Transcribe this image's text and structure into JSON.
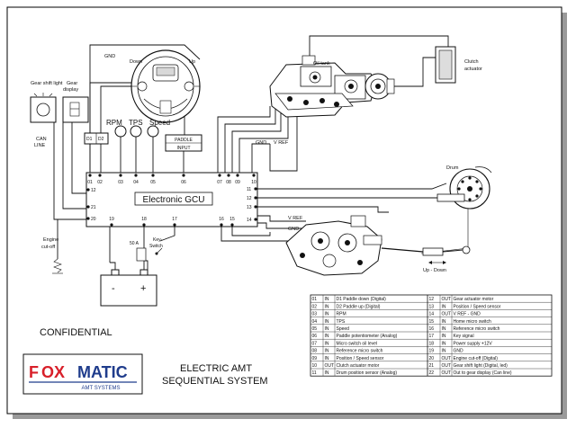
{
  "frame": {
    "shadow_color": "#9a9a9a",
    "border_color": "#000000"
  },
  "labels": {
    "gnd_top": "GND",
    "down": "Down",
    "up": "Up",
    "gear_shift_light": "Gear shift light",
    "gear_display": "Gear display",
    "can_line": "CAN LINE",
    "rpm": "RPM",
    "tps": "TPS",
    "speed": "Speed",
    "d1": "D1",
    "d2": "D2",
    "paddle_input": [
      "PADDLE",
      "INPUT"
    ],
    "oil_tank": "Oil tank",
    "clutch_actuator": [
      "Clutch",
      "actuator"
    ],
    "gnd_mid": "GND",
    "v_ref_top": "V REF",
    "drum": "Drum",
    "ecu_title": "Electronic GCU",
    "v_ref_low": "V REF",
    "gnd_low": "GND",
    "engine_cutoff": [
      "Engine",
      "cut-off"
    ],
    "battery_fuse": "50 A",
    "key_switch": [
      "Key-",
      "Switch"
    ],
    "up_down": "Up - Down",
    "battery_minus": "-",
    "battery_plus": "+"
  },
  "ecu_pins": {
    "top": [
      "01",
      "02",
      "03",
      "04",
      "05",
      "06",
      "07",
      "08",
      "09",
      "10"
    ],
    "left": [
      "12",
      "21",
      "20"
    ],
    "right": [
      "11",
      "12",
      "13",
      "14"
    ],
    "bottom": [
      "19",
      "18",
      "17",
      "16",
      "15"
    ]
  },
  "pin_table": {
    "rows": [
      [
        "01",
        "IN",
        "D1 Paddle down   (Digital)",
        "12",
        "OUT",
        "Gear actuator motor"
      ],
      [
        "02",
        "IN",
        "D2 Paddle up      (Digital)",
        "13",
        "IN",
        "Position / Speed sensor"
      ],
      [
        "03",
        "IN",
        "RPM",
        "14",
        "OUT",
        "V REF - GND"
      ],
      [
        "04",
        "IN",
        "TPS",
        "15",
        "IN",
        "Home micro switch"
      ],
      [
        "05",
        "IN",
        "Speed",
        "16",
        "IN",
        "Reference micro switch"
      ],
      [
        "06",
        "IN",
        "Paddle potentiometer  (Analog)",
        "17",
        "IN",
        "Key signal"
      ],
      [
        "07",
        "IN",
        "Micro switch oil level",
        "18",
        "IN",
        "Power supply +12V"
      ],
      [
        "08",
        "IN",
        "Reference micro switch",
        "19",
        "IN",
        "GND"
      ],
      [
        "09",
        "IN",
        "Position / Speed sensor",
        "20",
        "OUT",
        "Engine cut-off  (Digital)"
      ],
      [
        "10",
        "OUT",
        "Clutch actuator motor",
        "21",
        "OUT",
        "Gear shift light  (Digital, led)"
      ],
      [
        "11",
        "IN",
        "Drum position sensor (Analog)",
        "22",
        "OUT",
        "Out to gear display  (Can line)"
      ]
    ]
  },
  "confidential": "CONFIDENTIAL",
  "logo": {
    "brand_left": "F",
    "brand_ox": "OX",
    "brand_right": "MATIC",
    "tagline": "AMT SYSTEMS",
    "red": "#d8202a",
    "blue": "#1f3c8c"
  },
  "system_title": [
    "ELECTRIC AMT",
    "SEQUENTIAL SYSTEM"
  ]
}
